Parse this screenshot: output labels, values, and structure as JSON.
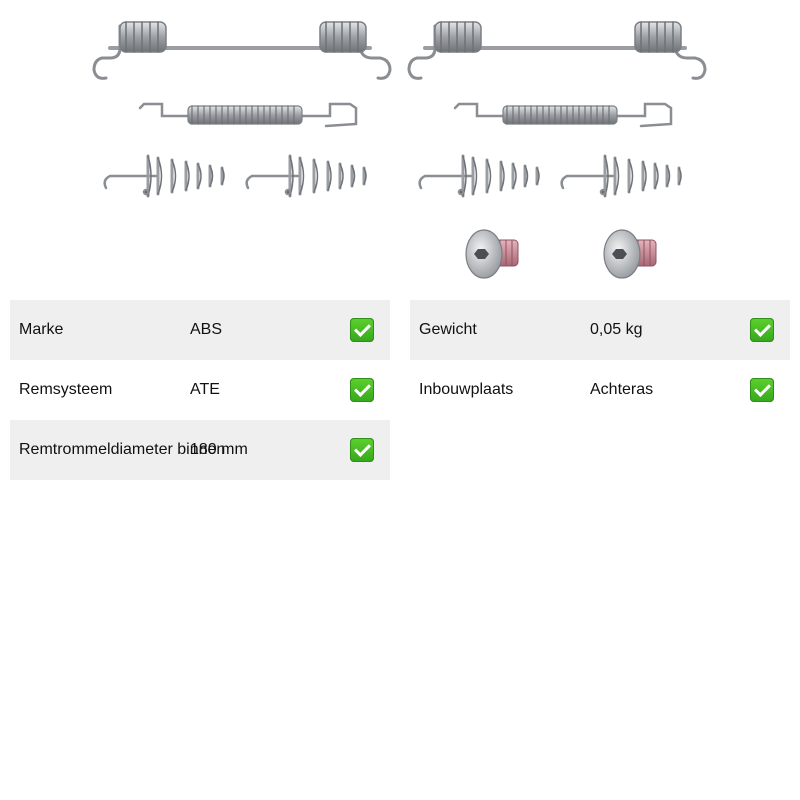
{
  "product_image": {
    "subject": "brake shoe spring and pin accessory kit",
    "icon": "spring-kit-image"
  },
  "specs_left": [
    {
      "label": "Marke",
      "value": "ABS",
      "status": "check-icon"
    },
    {
      "label": "Remsysteem",
      "value": "ATE",
      "status": "check-icon"
    },
    {
      "label": "Remtrommeldiameter binnen",
      "value": "180 mm",
      "status": "check-icon"
    }
  ],
  "specs_right": [
    {
      "label": "Gewicht",
      "value": "0,05 kg",
      "status": "check-icon"
    },
    {
      "label": "Inbouwplaats",
      "value": "Achteras",
      "status": "check-icon"
    }
  ],
  "colors": {
    "row_shade": "#efefef",
    "check_green": "#3fb923",
    "spring_metal": "#a9acb0",
    "bolt_thread": "#c98a98"
  }
}
